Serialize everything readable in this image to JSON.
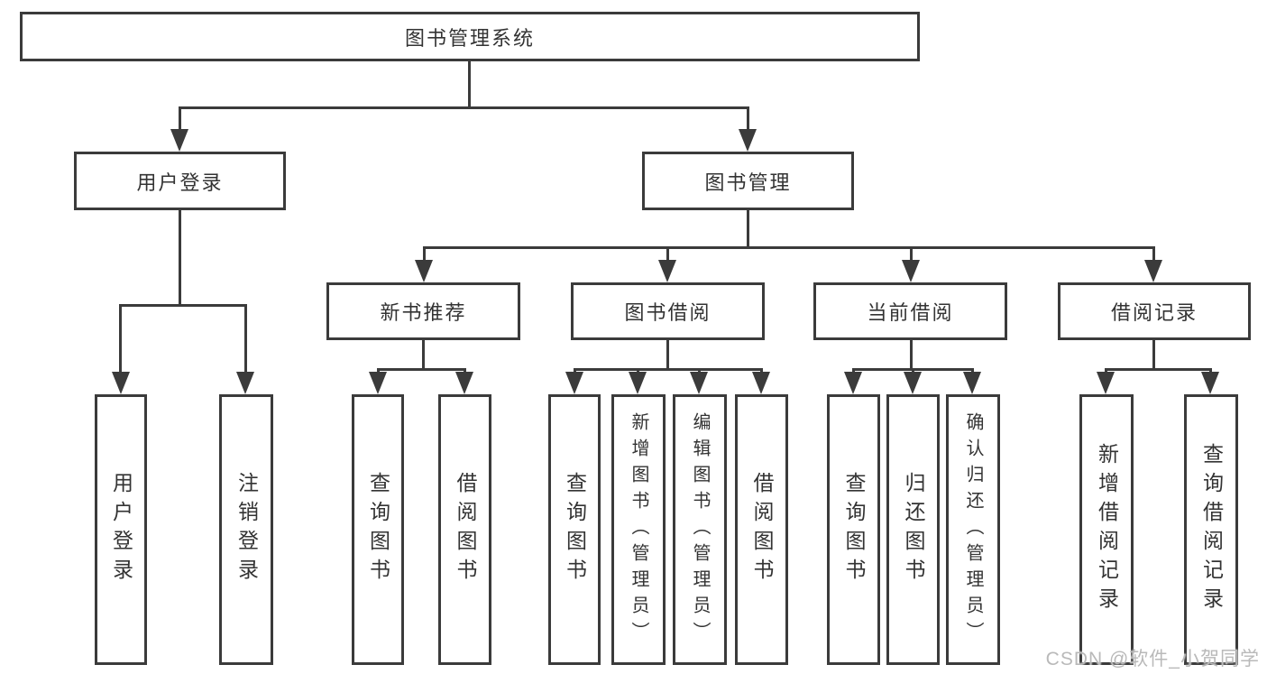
{
  "diagram": {
    "title": "图书管理系统",
    "colors": {
      "line": "#3b3b3b",
      "text": "#333333",
      "background": "#ffffff",
      "watermark": "#b9b9b9"
    },
    "tree": {
      "root": "图书管理系统",
      "level2": [
        "用户登录",
        "图书管理"
      ],
      "level3": [
        "新书推荐",
        "图书借阅",
        "当前借阅",
        "借阅记录"
      ],
      "leaves": {
        "user_login": [
          "用户登录",
          "注销登录"
        ],
        "new_book_recommend": [
          "查询图书",
          "借阅图书"
        ],
        "book_borrowing": [
          "查询图书",
          "新增图书（管理员）",
          "编辑图书（管理员）",
          "借阅图书"
        ],
        "current_borrowing": [
          "查询图书",
          "归还图书",
          "确认归还（管理员）"
        ],
        "borrowing_records": [
          "新增借阅记录",
          "查询借阅记录"
        ]
      }
    },
    "watermark": "CSDN @软件_小贺同学"
  }
}
